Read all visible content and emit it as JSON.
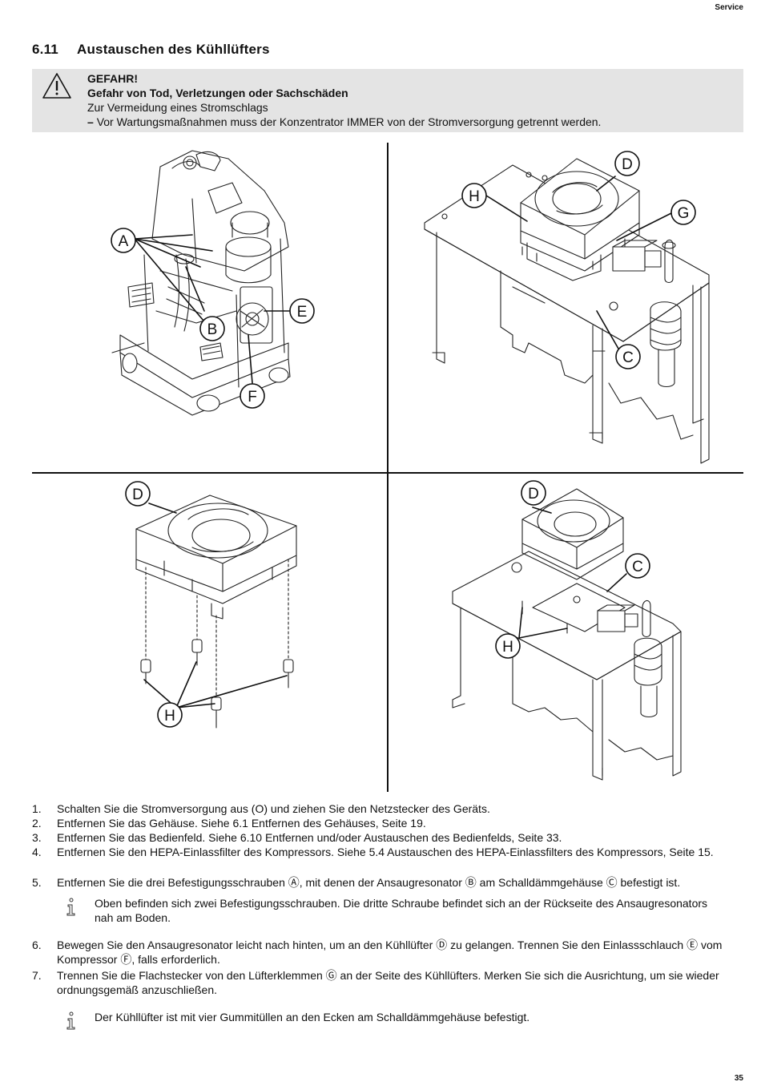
{
  "header": {
    "section": "Service"
  },
  "title": {
    "number": "6.11",
    "text": "Austauschen des Kühllüfters"
  },
  "warning": {
    "icon": "warning-triangle-icon",
    "heading": "GEFAHR!",
    "subheading": "Gefahr von Tod, Verletzungen oder Sachschäden",
    "text": "Zur Vermeidung eines Stromschlags",
    "bullet_dash": "–",
    "bullet": "Vor Wartungsmaßnahmen muss der Konzentrator IMMER von der Stromversorgung getrennt werden."
  },
  "figures": {
    "callouts": {
      "a": "A",
      "b": "B",
      "c": "C",
      "d": "D",
      "e": "E",
      "f": "F",
      "g": "G",
      "h": "H"
    }
  },
  "steps": [
    {
      "num": "1.",
      "text": "Schalten Sie die Stromversorgung aus (O) und ziehen Sie den Netzstecker des Geräts."
    },
    {
      "num": "2.",
      "text": "Entfernen Sie das Gehäuse.  Siehe 6.1 Entfernen des Gehäuses, Seite 19."
    },
    {
      "num": "3.",
      "text": "Entfernen Sie das Bedienfeld.  Siehe 6.10 Entfernen und/oder Austauschen des Bedienfelds, Seite 33."
    },
    {
      "num": "4.",
      "text": "Entfernen Sie den HEPA-Einlassfilter des Kompressors.  Siehe 5.4 Austauschen des HEPA-Einlassfilters des Kompressors, Seite 15."
    },
    {
      "num": "5.",
      "text": "Entfernen Sie die drei Befestigungsschrauben Ⓐ, mit denen der Ansaugresonator Ⓑ am Schalldämmgehäuse Ⓒ befestigt ist."
    },
    {
      "num": "6.",
      "text": "Bewegen Sie den Ansaugresonator leicht nach hinten, um an den Kühllüfter Ⓓ zu gelangen.  Trennen Sie den Einlassschlauch Ⓔ vom Kompressor Ⓕ, falls erforderlich."
    },
    {
      "num": "7.",
      "text": "Trennen Sie die Flachstecker von den Lüfterklemmen Ⓖ an der Seite des Kühllüfters.  Merken Sie sich die Ausrichtung, um sie wieder ordnungsgemäß anzuschließen."
    }
  ],
  "notes": [
    {
      "icon": "info-icon",
      "text": "Oben befinden sich zwei Befestigungsschrauben.  Die dritte Schraube befindet sich an der Rückseite des Ansaugresonators nah am Boden."
    },
    {
      "icon": "info-icon",
      "text": "Der Kühllüfter ist mit vier Gummitüllen an den Ecken am Schalldämmgehäuse befestigt."
    }
  ],
  "footer": {
    "page": "35"
  }
}
